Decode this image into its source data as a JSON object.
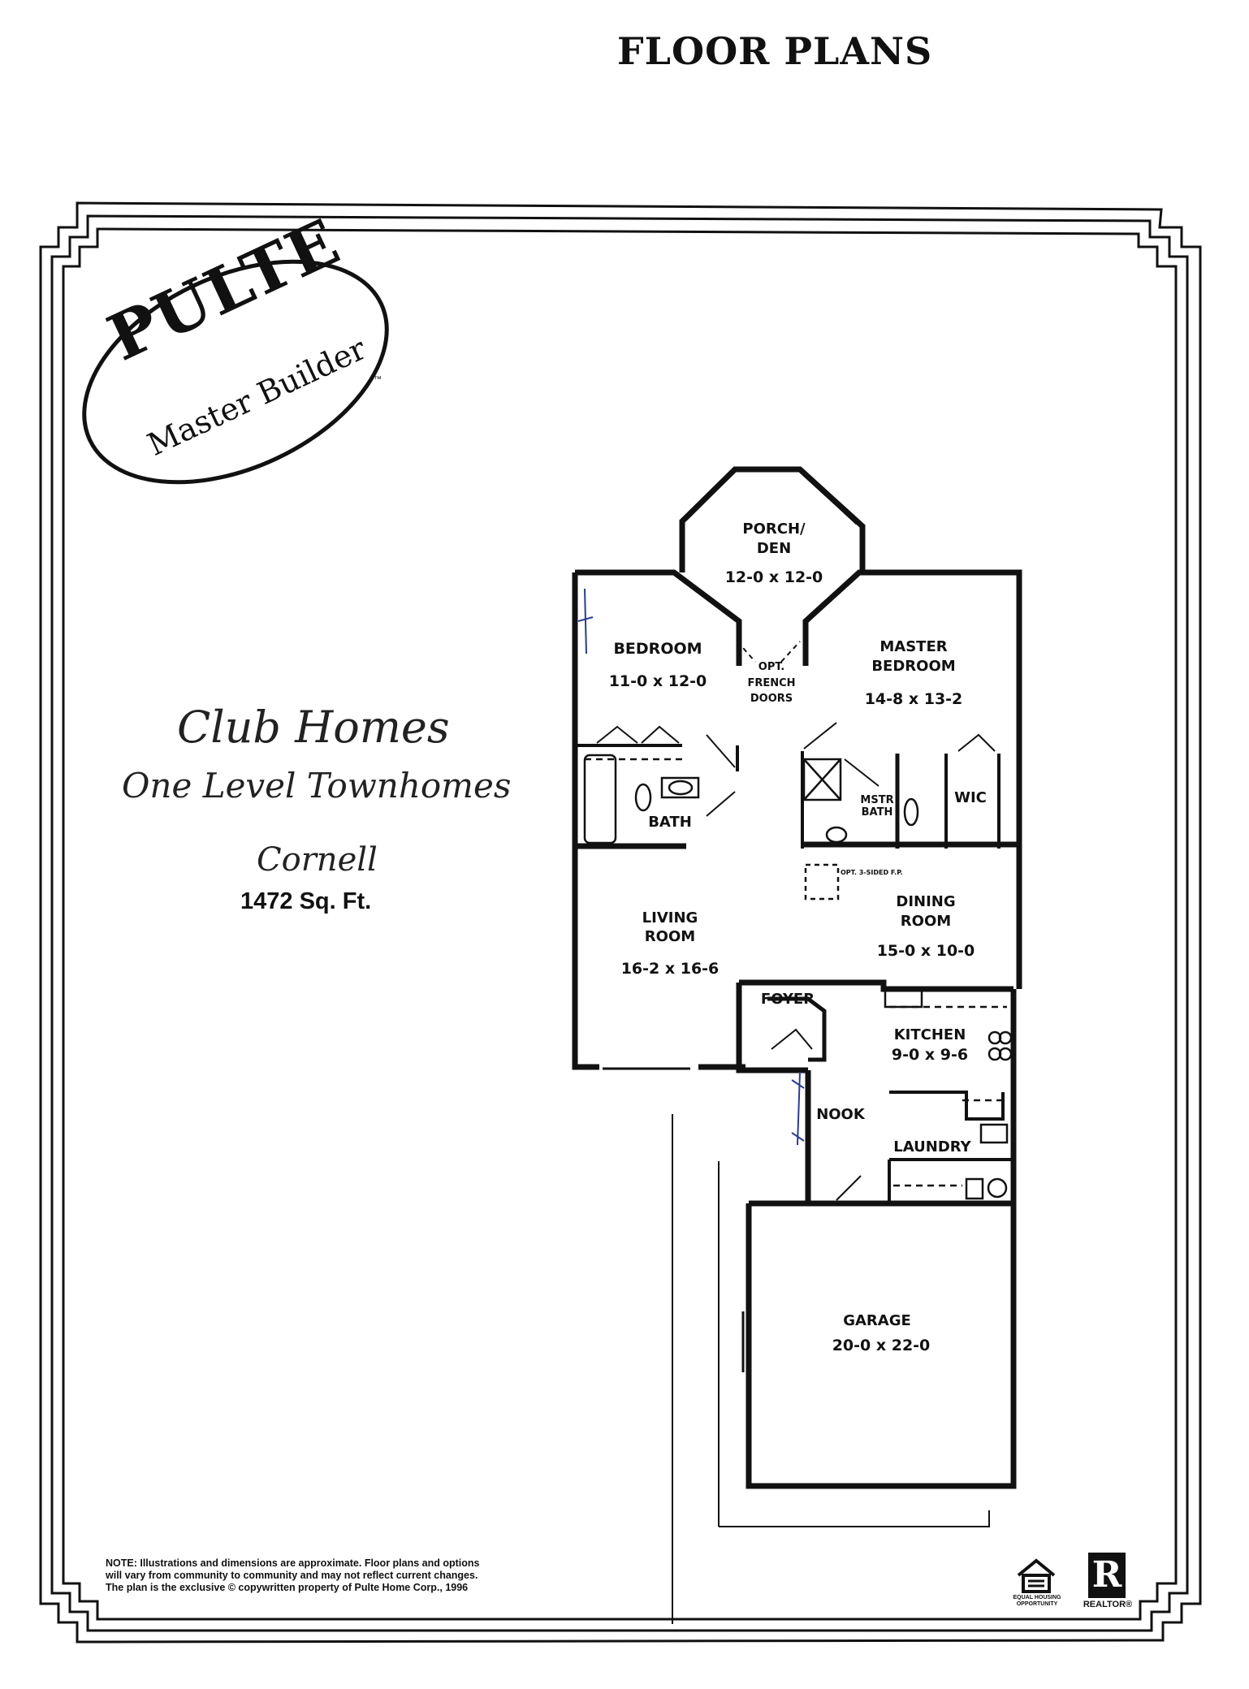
{
  "header": {
    "title": "FLOOR PLANS"
  },
  "logo": {
    "brand": "PULTE",
    "tagline": "Master Builder",
    "tm": "™"
  },
  "model": {
    "line1": "Club Homes",
    "line2": "One Level Townhomes",
    "name": "Cornell",
    "area": "1472 Sq. Ft."
  },
  "rooms": {
    "porch": {
      "name1": "PORCH/",
      "name2": "DEN",
      "size": "12-0 x 12-0"
    },
    "bedroom": {
      "name": "BEDROOM",
      "size": "11-0 x 12-0"
    },
    "french": {
      "l1": "OPT.",
      "l2": "FRENCH",
      "l3": "DOORS"
    },
    "master": {
      "name1": "MASTER",
      "name2": "BEDROOM",
      "size": "14-8 x 13-2"
    },
    "bath": {
      "name": "BATH"
    },
    "mstr_bath": {
      "l1": "MSTR",
      "l2": "BATH"
    },
    "wic": {
      "name": "WIC"
    },
    "fireplace": {
      "name": "OPT. 3-SIDED F.P."
    },
    "living": {
      "name1": "LIVING",
      "name2": "ROOM",
      "size": "16-2 x 16-6"
    },
    "dining": {
      "name1": "DINING",
      "name2": "ROOM",
      "size": "15-0 x 10-0"
    },
    "foyer": {
      "name": "FOYER"
    },
    "kitchen": {
      "name": "KITCHEN",
      "size": "9-0 x 9-6"
    },
    "nook": {
      "name": "NOOK"
    },
    "laundry": {
      "name": "LAUNDRY"
    },
    "garage": {
      "name": "GARAGE",
      "size": "20-0 x 22-0"
    }
  },
  "footer": {
    "note1": "NOTE: Illustrations and dimensions are approximate. Floor plans and options",
    "note2": "will vary from community to community and may not reflect current changes.",
    "note3": "The plan is the exclusive © copywritten property of Pulte Home Corp., 1996",
    "equal_housing": "EQUAL HOUSING OPPORTUNITY",
    "realtor_mark": "R",
    "realtor": "REALTOR®"
  },
  "colors": {
    "ink": "#111111",
    "paper": "#ffffff",
    "annotation_blue": "#2a3d8f"
  }
}
